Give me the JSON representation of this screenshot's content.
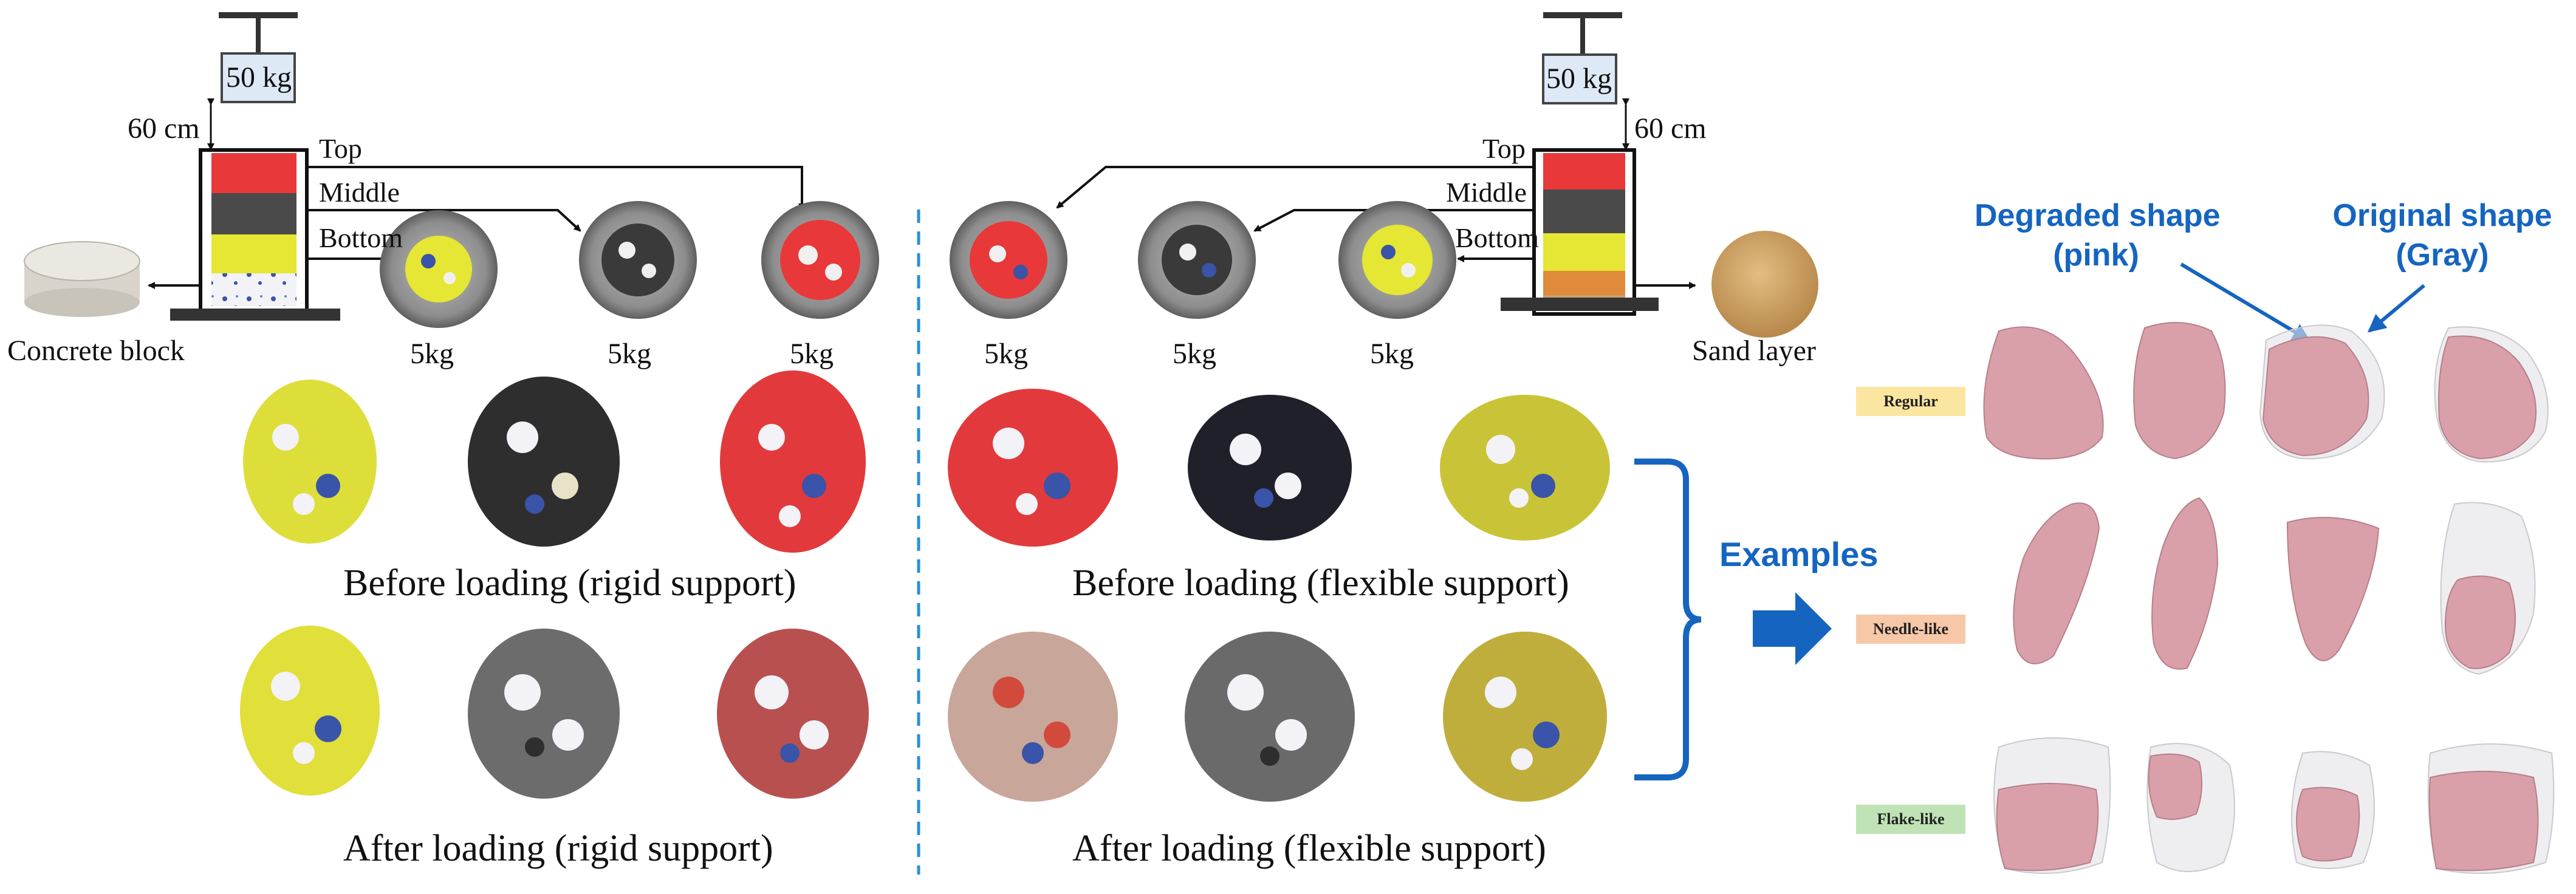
{
  "left_setup": {
    "weight_label": "50 kg",
    "drop_height": "60 cm",
    "layers": [
      "Top",
      "Middle",
      "Bottom"
    ],
    "base_label": "Concrete block",
    "sample_mass": [
      "5kg",
      "5kg",
      "5kg"
    ]
  },
  "right_setup": {
    "weight_label": "50 kg",
    "drop_height": "60 cm",
    "layers": [
      "Top",
      "Middle",
      "Bottom"
    ],
    "base_label": "Sand layer",
    "sample_mass": [
      "5kg",
      "5kg",
      "5kg"
    ]
  },
  "captions": {
    "before_rigid": "Before loading (rigid support)",
    "after_rigid": "After loading (rigid support)",
    "before_flexible": "Before loading (flexible support)",
    "after_flexible": "After loading (flexible support)"
  },
  "examples_label": "Examples",
  "shape_legend": {
    "degraded_line1": "Degraded shape",
    "degraded_line2": "(pink)",
    "original_line1": "Original shape",
    "original_line2": "(Gray)"
  },
  "shape_categories": [
    {
      "label": "Regular",
      "color": "#fbe6a0"
    },
    {
      "label": "Needle-like",
      "color": "#f7c8a8"
    },
    {
      "label": "Flake-like",
      "color": "#bfe3b4"
    }
  ],
  "colors": {
    "layer_top": "#e8383a",
    "layer_middle": "#4a4a4a",
    "layer_bottom": "#e6e634",
    "accent_blue": "#1565c0",
    "degraded_pink": "#d9a0aa",
    "original_gray": "#e3e3e6"
  }
}
